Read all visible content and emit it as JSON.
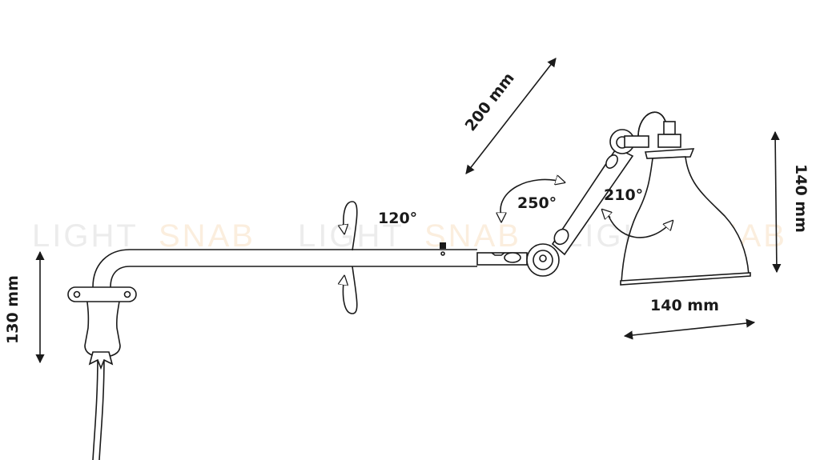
{
  "watermark": {
    "word1": "LIGHT",
    "word2": "SNAB",
    "color1": "#ececec",
    "color2": "#fbeede"
  },
  "dimensions": {
    "arm_segment_length": "200 mm",
    "mount_height": "130 mm",
    "shade_height": "140 mm",
    "shade_width": "140 mm"
  },
  "rotations": {
    "arm_rotation": "120°",
    "elbow_rotation": "250°",
    "shade_rotation": "210°"
  },
  "colors": {
    "line": "#1a1a1a",
    "background": "#ffffff"
  }
}
